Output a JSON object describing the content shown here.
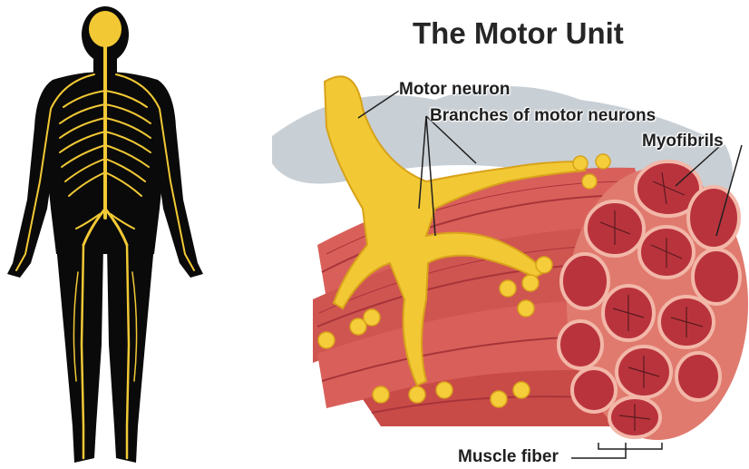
{
  "diagram": {
    "title": "The Motor Unit",
    "labels": {
      "motor_neuron": "Motor neuron",
      "branches": "Branches of motor neurons",
      "myofibrils": "Myofibrils",
      "muscle_fiber": "Muscle fiber"
    }
  },
  "colors": {
    "nerve": "#f2c935",
    "nerve_dark": "#d8a21a",
    "body_silhouette": "#0a0a0a",
    "muscle": "#d9605a",
    "muscle_dark": "#a8343a",
    "myofibril_fill": "#b9333d",
    "myofibril_border": "#f2b7a8",
    "background_cloud": "#9aa8b2",
    "label_text": "#1f1f1f"
  },
  "icons": [
    "human-nervous-system-figure",
    "motor-unit-illustration"
  ]
}
